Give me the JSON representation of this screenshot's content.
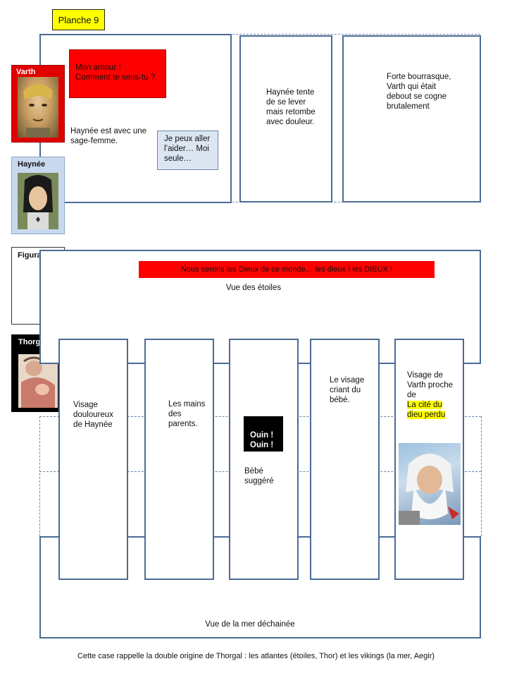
{
  "page": {
    "title": "Planche 9",
    "caption": "Cette case rappelle la double origine de Thorgal : les atlantes (étoiles, Thor) et les vikings (la mer, Aegir)"
  },
  "characters": [
    {
      "name": "Varth",
      "border": "#e00000"
    },
    {
      "name": "Haynée",
      "border": "#9ab4d8"
    },
    {
      "name": "Figurants",
      "border": "#333333"
    },
    {
      "name": "Thorgal",
      "border": "#000000"
    }
  ],
  "strip1": {
    "panel1": {
      "bubble_red": "Mon amour !\nComment te sens-tu ?",
      "text": "Haynée est avec une sage-femme.",
      "bubble_blue": "Je peux aller l’aider… Moi seule…"
    },
    "panel2": {
      "text": "Haynée tente de se lever mais retombe avec douleur."
    },
    "panel3": {
      "text": "Forte bourrasque, Varth qui était debout se cogne brutalement"
    }
  },
  "strip2": {
    "banner": "Nous serons les Dieux de ce monde… les dieux ! les DIEUX !",
    "top_text": "Vue des étoiles",
    "bottom_text": "Vue de la mer déchainée",
    "columns": [
      {
        "text": "Visage douloureux de Haynée"
      },
      {
        "text": "Les mains des parents."
      },
      {
        "bubble": "Ouin !\nOuin !",
        "text": "Bébé suggéré"
      },
      {
        "text": "Le visage criant du bébé."
      },
      {
        "text": "Visage de Varth proche de",
        "highlight": "La cité du dieu perdu"
      }
    ]
  },
  "colors": {
    "panel_border": "#4a6b94",
    "red_bubble": "#ff0000",
    "blue_bubble": "#dce6f2",
    "title_bg": "#ffff00",
    "highlight": "#ffff00"
  }
}
